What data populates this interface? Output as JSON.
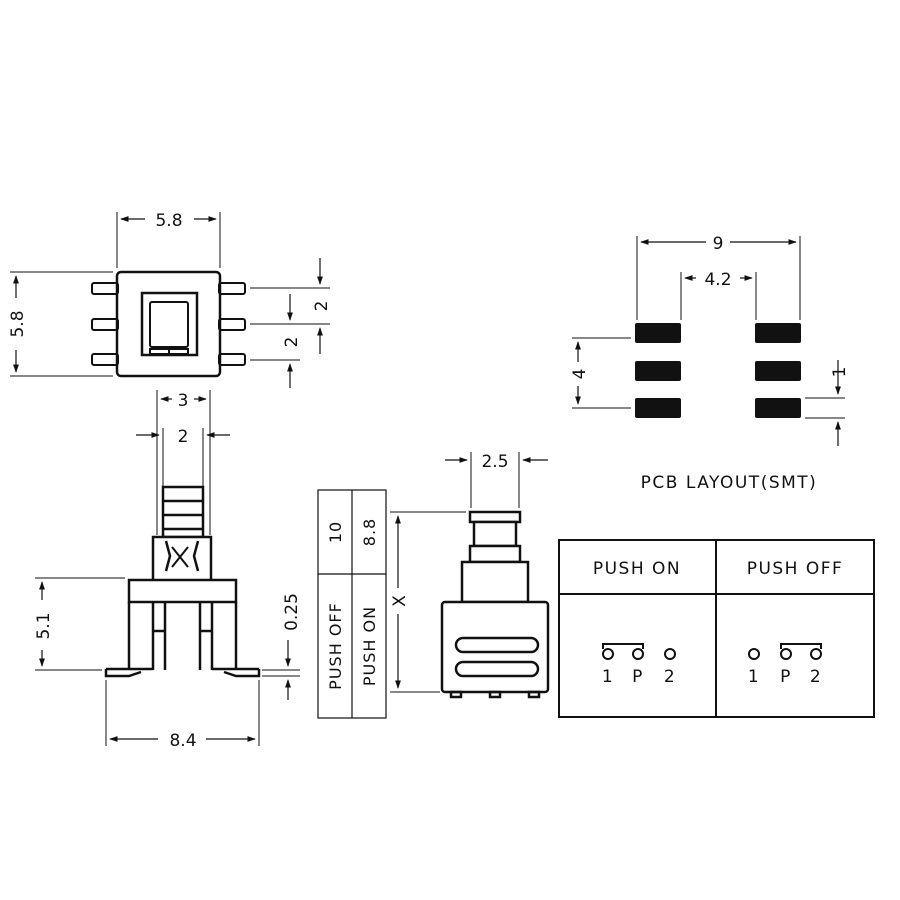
{
  "top_view": {
    "width": "5.8",
    "height": "5.8",
    "pin_pitch_a": "2",
    "pin_pitch_b": "2"
  },
  "side_view": {
    "plunger_outer": "3",
    "plunger_inner": "2",
    "body_height": "5.1",
    "lead_thickness": "0.25",
    "overall_width": "8.4"
  },
  "front_view": {
    "plunger_width": "2.5",
    "height_var": "X"
  },
  "height_table": {
    "state_off": "PUSH OFF",
    "state_on": "PUSH ON",
    "value_off": "10",
    "value_on": "8.8"
  },
  "pcb_layout": {
    "overall": "9",
    "inner": "4.2",
    "row_span": "4",
    "pad_width": "1",
    "caption": "PCB LAYOUT(SMT)"
  },
  "state_table": {
    "push_on_header": "PUSH ON",
    "push_off_header": "PUSH OFF",
    "pins": [
      "1",
      "P",
      "2"
    ]
  }
}
